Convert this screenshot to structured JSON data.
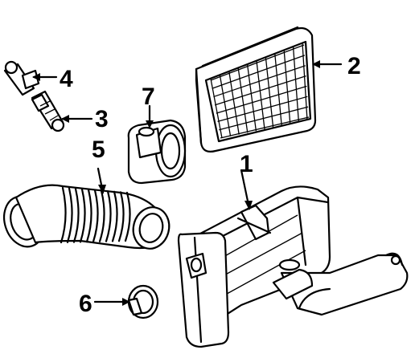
{
  "callouts": [
    {
      "id": "1",
      "label": "1"
    },
    {
      "id": "2",
      "label": "2"
    },
    {
      "id": "3",
      "label": "3"
    },
    {
      "id": "4",
      "label": "4"
    },
    {
      "id": "5",
      "label": "5"
    },
    {
      "id": "6",
      "label": "6"
    },
    {
      "id": "7",
      "label": "7"
    }
  ],
  "colors": {
    "ink": "#000000",
    "paper": "#ffffff"
  }
}
